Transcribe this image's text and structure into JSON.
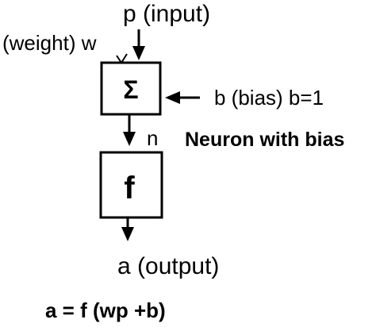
{
  "diagram": {
    "input_label": "p (input)",
    "weight_label": "(weight) w",
    "sum_symbol": "Σ",
    "bias_label": "b (bias) b=1",
    "net_label": "n",
    "caption": "Neuron with bias",
    "transfer_symbol": "f",
    "output_label": "a (output)",
    "formula": "a = f (wp +b)"
  },
  "colors": {
    "line": "#000000",
    "text": "#000000",
    "background": "#ffffff"
  }
}
